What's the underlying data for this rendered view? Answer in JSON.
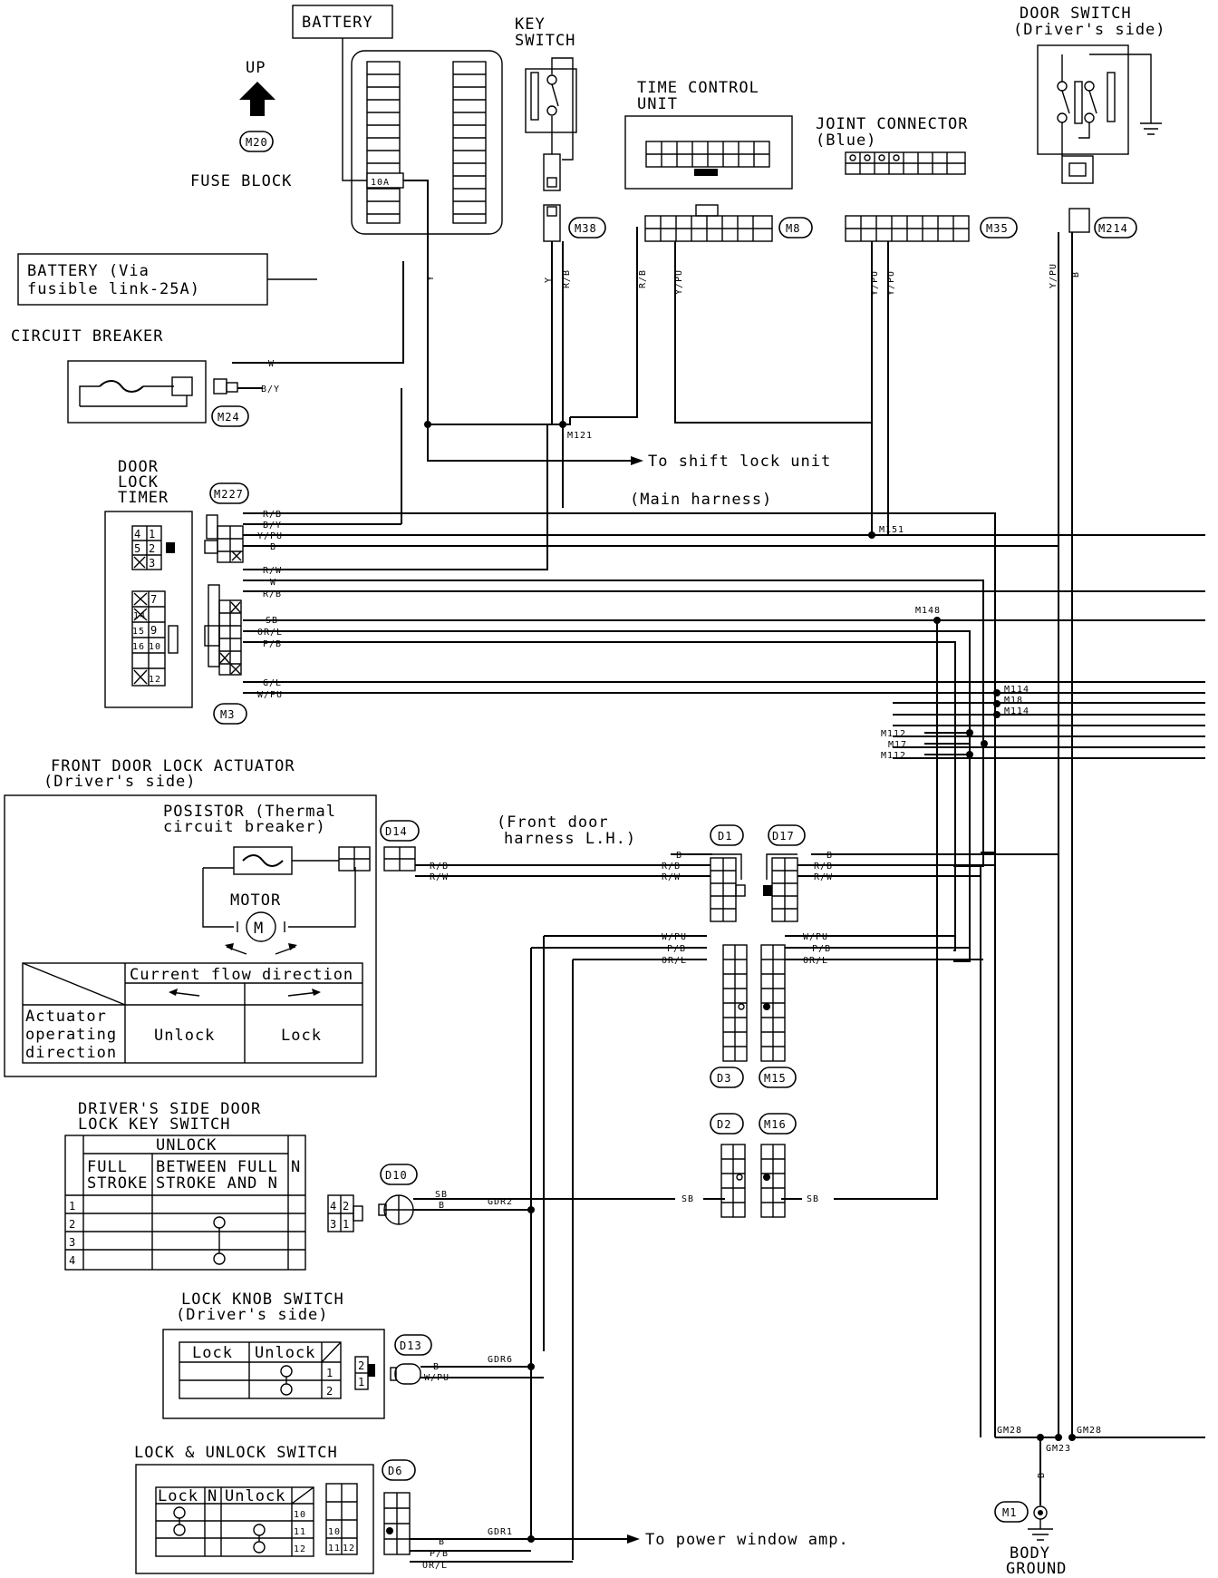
{
  "labels": {
    "battery": "BATTERY",
    "up": "UP",
    "fuse_block_connector": "M20",
    "fuse_block": "FUSE BLOCK",
    "fuse_rating": "10A",
    "key_switch": [
      "KEY",
      "SWITCH"
    ],
    "time_control_unit": [
      "TIME CONTROL",
      "UNIT"
    ],
    "joint_connector": [
      "JOINT CONNECTOR",
      "(Blue)"
    ],
    "door_switch": [
      "DOOR SWITCH",
      "(Driver's side)"
    ],
    "battery_via_fusible": [
      "BATTERY (Via",
      "fusible link-25A)"
    ],
    "circuit_breaker": "CIRCUIT BREAKER",
    "door_lock_timer": [
      "DOOR",
      "LOCK",
      "TIMER"
    ],
    "to_shift_lock": "To shift lock unit",
    "main_harness": "(Main harness)",
    "front_door_lock_actuator": [
      "FRONT DOOR LOCK ACTUATOR",
      "(Driver's side)"
    ],
    "positor": [
      "POSISTOR (Thermal",
      "circuit breaker)"
    ],
    "motor": "MOTOR",
    "front_door_harness": [
      "(Front door",
      "harness L.H.)"
    ],
    "driver_key_switch": [
      "DRIVER'S SIDE DOOR",
      "LOCK KEY SWITCH"
    ],
    "lock_knob_switch": [
      "LOCK KNOB SWITCH",
      "(Driver's side)"
    ],
    "lock_unlock_switch": "LOCK & UNLOCK SWITCH",
    "to_power_window": "To power window amp.",
    "body_ground": [
      "BODY",
      "GROUND"
    ]
  },
  "connectors": {
    "m38": "M38",
    "m8": "M8",
    "m35": "M35",
    "m214": "M214",
    "m24": "M24",
    "m227": "M227",
    "m3": "M3",
    "d14": "D14",
    "d1": "D1",
    "d17": "D17",
    "d3": "D3",
    "m15": "M15",
    "d2": "D2",
    "m16": "M16",
    "d10": "D10",
    "d13": "D13",
    "d6": "D6",
    "m1": "M1"
  },
  "splices": {
    "m121": "M121",
    "m151": "M151",
    "m148": "M148",
    "m114a": "M114",
    "m18": "M18",
    "m114b": "M114",
    "m112a": "M112",
    "m17": "M17",
    "m112b": "M112",
    "gdr2": "GDR2",
    "gdr6": "GDR6",
    "gdr1": "GDR1",
    "gm28a": "GM28",
    "gm23": "GM23",
    "gm28b": "GM28"
  },
  "wires": {
    "y": "Y",
    "rb": "R/B",
    "ypu": "Y/PU",
    "b": "B",
    "w": "W",
    "by": "B/Y",
    "rw": "R/W",
    "sb": "SB",
    "orl": "OR/L",
    "pb": "P/B",
    "gl": "G/L",
    "wpu": "W/PU"
  },
  "timer_pins": {
    "upper": [
      "4",
      "1",
      "5",
      "2",
      "3"
    ],
    "lower": [
      "7",
      "14",
      "15",
      "9",
      "16",
      "10",
      "12"
    ]
  },
  "actuator_table": {
    "header": "Current flow direction",
    "row_label": [
      "Actuator",
      "operating",
      "direction"
    ],
    "unlock": "Unlock",
    "lock": "Lock"
  },
  "key_switch_table": {
    "unlock": "UNLOCK",
    "col1": [
      "FULL",
      "STROKE"
    ],
    "col2": [
      "BETWEEN FULL",
      "STROKE AND N"
    ],
    "col3": "N",
    "rows": [
      "1",
      "2",
      "3",
      "4"
    ]
  },
  "key_switch_pins": [
    "4",
    "2",
    "3",
    "1"
  ],
  "knob_table": {
    "lock": "Lock",
    "unlock": "Unlock",
    "rows": [
      "1",
      "2"
    ]
  },
  "knob_pins": [
    "2",
    "1"
  ],
  "lu_table": {
    "lock": "Lock",
    "n": "N",
    "unlock": "Unlock",
    "rows": [
      "10",
      "11",
      "12"
    ]
  },
  "lu_pins": [
    "10",
    "11",
    "12"
  ]
}
